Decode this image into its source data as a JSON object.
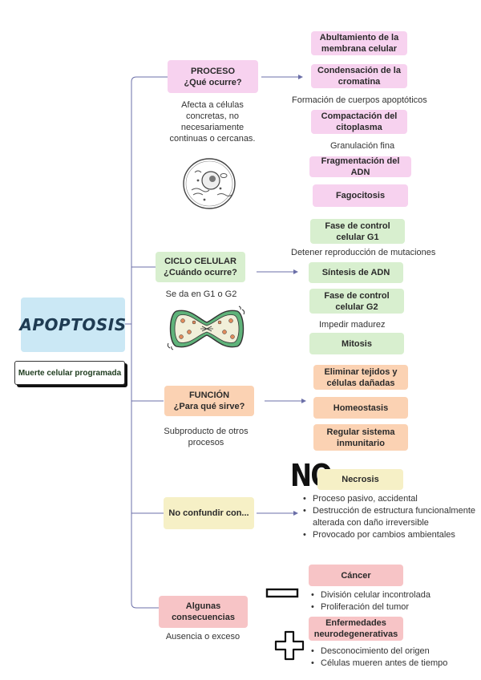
{
  "central": {
    "title": "APOPTOSIS",
    "subtitle": "Muerte celular programada"
  },
  "proceso": {
    "label": "PROCESO\n¿Qué ocurre?",
    "note": "Afecta a células\nconcretas, no\nnecesariamente\ncontinuas o cercanas.",
    "items": [
      "Abultamiento de la membrana celular",
      "Condensación de la cromatina",
      "Compactación del citoplasma",
      "Fragmentación del ADN",
      "Fagocitosis"
    ],
    "notes": [
      "Formación de cuerpos apoptóticos",
      "Granulación fina"
    ]
  },
  "ciclo": {
    "label": "CICLO CELULAR\n¿Cuándo ocurre?",
    "note": "Se da en G1 o G2",
    "items": [
      "Fase de control celular G1",
      "Síntesis de ADN",
      "Fase de control celular G2",
      "Mitosis"
    ],
    "notes": [
      "Detener reproducción de mutaciones",
      "Impedir madurez"
    ]
  },
  "funcion": {
    "label": "FUNCIÓN\n¿Para qué sirve?",
    "note": "Subproducto de otros\nprocesos",
    "items": [
      "Eliminar tejidos y células dañadas",
      "Homeostasis",
      "Regular sistema inmunitario"
    ]
  },
  "confundir": {
    "label": "No confundir con...",
    "no_mark": "NO",
    "item": "Necrosis",
    "bullets": [
      "Proceso pasivo, accidental",
      "Destrucción de estructura funcionalmente alterada con daño irreversible",
      "Provocado por cambios ambientales"
    ]
  },
  "consecuencias": {
    "label": "Algunas\nconsecuencias",
    "note": "Ausencia o exceso",
    "cancer": {
      "label": "Cáncer",
      "bullets": [
        "División celular incontrolada",
        "Proliferación del tumor"
      ]
    },
    "neuro": {
      "label": "Enfermedades neurodegenerativas",
      "bullets": [
        "Desconocimiento del origen",
        "Células mueren antes de tiempo"
      ]
    }
  },
  "colors": {
    "pink": "#f7d2ef",
    "green": "#d8efcf",
    "orange": "#fbd2b3",
    "yellow": "#f6f0c6",
    "red": "#f7c4c6",
    "blue": "#cbe8f5",
    "line": "#6b6fa8"
  },
  "icons": [
    "cell-icon",
    "dividing-cell-icon",
    "minus-icon",
    "plus-icon"
  ]
}
